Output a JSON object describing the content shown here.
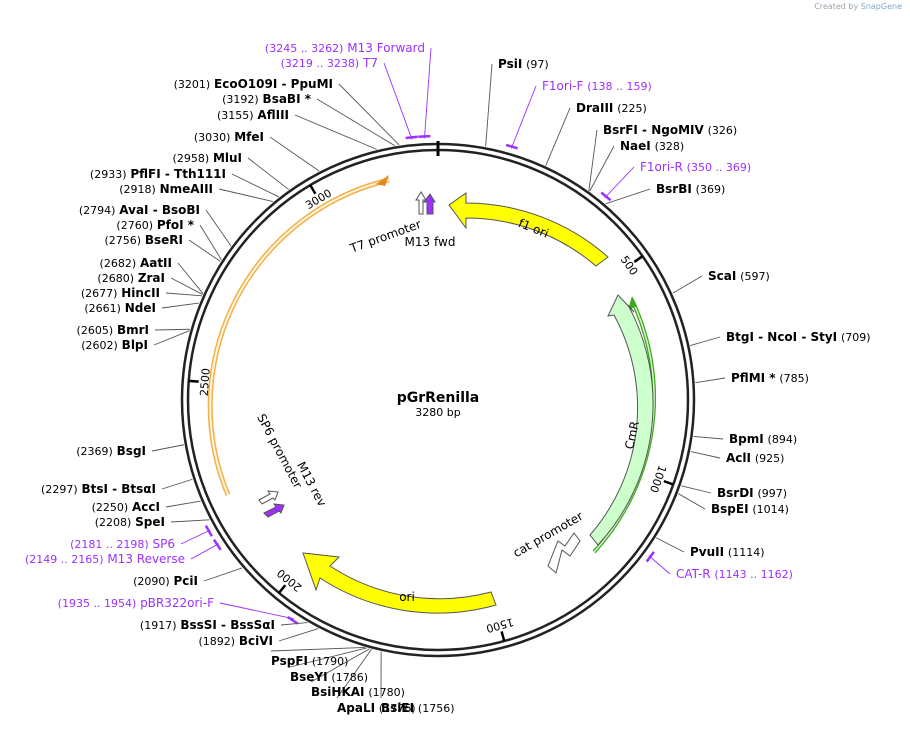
{
  "brand": {
    "prefix": "Created by",
    "name": "SnapGene"
  },
  "plasmid": {
    "name": "pGrRenilla",
    "length_label": "3280 bp",
    "length": 3280
  },
  "ticks": [
    "500",
    "1000",
    "1500",
    "2000",
    "2500",
    "3000"
  ],
  "features": [
    {
      "label": "f1 ori",
      "color": "#ffff00"
    },
    {
      "label": "CmR",
      "color": "#ccffcc"
    },
    {
      "label": "ori",
      "color": "#ffff00"
    },
    {
      "label": "cat promoter",
      "color": "#ffffff"
    },
    {
      "label": "T7 promoter",
      "color": "#ffffff"
    },
    {
      "label": "M13 fwd",
      "color": "#9b30ff"
    },
    {
      "label": "SP6 promoter",
      "color": "#ffffff"
    },
    {
      "label": "M13 rev",
      "color": "#9b30ff"
    }
  ],
  "sites": [
    {
      "name": "PsiI",
      "pos": "(97)"
    },
    {
      "name": "F1ori-F",
      "pos": "(138 .. 159)",
      "primer": true
    },
    {
      "name": "DraIII",
      "pos": "(225)"
    },
    {
      "name": "BsrFI  -  NgoMIV",
      "pos": "(326)"
    },
    {
      "name": "NaeI",
      "pos": "(328)"
    },
    {
      "name": "F1ori-R",
      "pos": "(350 .. 369)",
      "primer": true
    },
    {
      "name": "BsrBI",
      "pos": "(369)"
    },
    {
      "name": "ScaI",
      "pos": "(597)"
    },
    {
      "name": "BtgI  -  NcoI  -  StyI",
      "pos": "(709)"
    },
    {
      "name": "PflMI *",
      "pos": "(785)"
    },
    {
      "name": "BpmI",
      "pos": "(894)"
    },
    {
      "name": "AclI",
      "pos": "(925)"
    },
    {
      "name": "BsrDI",
      "pos": "(997)"
    },
    {
      "name": "BspEI",
      "pos": "(1014)"
    },
    {
      "name": "PvuII",
      "pos": "(1114)"
    },
    {
      "name": "CAT-R",
      "pos": "(1143 .. 1162)",
      "primer": true
    },
    {
      "name": "BsiEI",
      "pos": "(1756)"
    },
    {
      "name": "ApaLI",
      "pos": "(1776)"
    },
    {
      "name": "BsiHKAI",
      "pos": "(1780)"
    },
    {
      "name": "BseYI",
      "pos": "(1786)"
    },
    {
      "name": "PspFI",
      "pos": "(1790)"
    },
    {
      "name": "BciVI",
      "pos": "(1892)"
    },
    {
      "name": "BssSI  -  BssSαI",
      "pos": "(1917)"
    },
    {
      "name": "pBR322ori-F",
      "pos": "(1935 .. 1954)",
      "primer": true
    },
    {
      "name": "PciI",
      "pos": "(2090)"
    },
    {
      "name": "M13 Reverse",
      "pos": "(2149 .. 2165)",
      "primer": true
    },
    {
      "name": "SP6",
      "pos": "(2181 .. 2198)",
      "primer": true
    },
    {
      "name": "SpeI",
      "pos": "(2208)"
    },
    {
      "name": "AccI",
      "pos": "(2250)"
    },
    {
      "name": "BtsI  -  BtsαI",
      "pos": "(2297)"
    },
    {
      "name": "BsgI",
      "pos": "(2369)"
    },
    {
      "name": "BlpI",
      "pos": "(2602)"
    },
    {
      "name": "BmrI",
      "pos": "(2605)"
    },
    {
      "name": "NdeI",
      "pos": "(2661)"
    },
    {
      "name": "HincII",
      "pos": "(2677)"
    },
    {
      "name": "ZraI",
      "pos": "(2680)"
    },
    {
      "name": "AatII",
      "pos": "(2682)"
    },
    {
      "name": "BseRI",
      "pos": "(2756)"
    },
    {
      "name": "PfoI *",
      "pos": "(2760)"
    },
    {
      "name": "AvaI  -  BsoBI",
      "pos": "(2794)"
    },
    {
      "name": "NmeAIII",
      "pos": "(2918)"
    },
    {
      "name": "PflFI  -  Tth111I",
      "pos": "(2933)"
    },
    {
      "name": "MluI",
      "pos": "(2958)"
    },
    {
      "name": "MfeI",
      "pos": "(3030)"
    },
    {
      "name": "AflIII",
      "pos": "(3155)"
    },
    {
      "name": "BsaBI *",
      "pos": "(3192)"
    },
    {
      "name": "EcoO109I  -  PpuMI",
      "pos": "(3201)"
    },
    {
      "name": "T7",
      "pos": "(3219 .. 3238)",
      "primer": true
    },
    {
      "name": "M13 Forward",
      "pos": "(3245 .. 3262)",
      "primer": true
    }
  ],
  "colors": {
    "primer": "#9b30ff",
    "enzyme": "#000000",
    "backbone": "#222222",
    "ori_highlight": "#f0b040",
    "cmr_highlight": "#3aaa1a"
  }
}
